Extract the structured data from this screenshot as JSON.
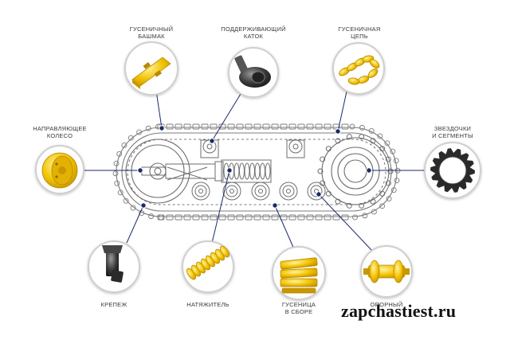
{
  "labels": {
    "track_shoe": [
      "ГУСЕНИЧНЫЙ",
      "БАШМАК"
    ],
    "carrier_roller": [
      "ПОДДЕРЖИВАЮЩИЙ",
      "КАТОК"
    ],
    "track_chain": [
      "ГУСЕНИЧНАЯ",
      "ЦЕПЬ"
    ],
    "idler": [
      "НАПРАВЛЯЮЩЕЕ",
      "КОЛЕСО"
    ],
    "sprocket": [
      "ЗВЕЗДОЧКИ",
      "И СЕГМЕНТЫ"
    ],
    "fastener": [
      "КРЕПЕЖ"
    ],
    "tensioner": [
      "НАТЯЖИТЕЛЬ"
    ],
    "track_assembly": [
      "ГУСЕНИЦА",
      "В СБОРЕ"
    ],
    "track_roller": [
      "ОПОРНЫЙ"
    ]
  },
  "watermark": "zapchastiest.ru",
  "colors": {
    "accent": "#1b2a6b",
    "part_yellow": "#f2c200",
    "metal_dark": "#3a3a3a",
    "outline_gray": "#8a8a8a",
    "circle_border": "#cfcfcf"
  }
}
